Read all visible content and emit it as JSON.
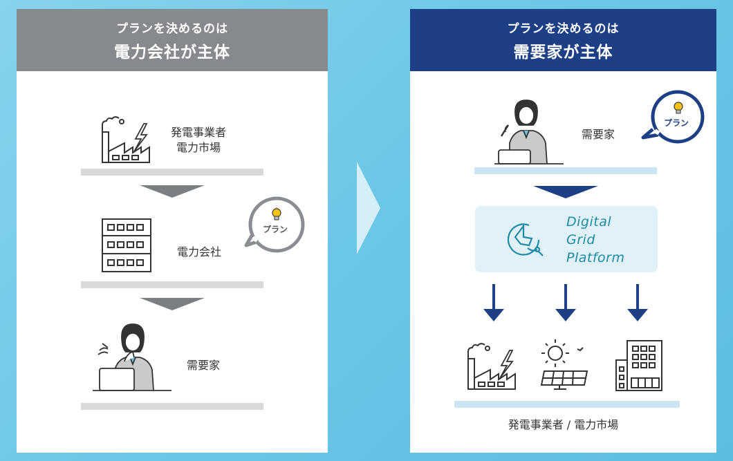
{
  "left": {
    "header_line1": "プランを決めるのは",
    "header_line2": "電力会社が主体",
    "generator_label_1": "発電事業者",
    "generator_label_2": "電力市場",
    "utility_label": "電力会社",
    "consumer_label": "需要家",
    "bubble_text": "プラン"
  },
  "right": {
    "header_line1": "プランを決めるのは",
    "header_line2": "需要家が主体",
    "consumer_label": "需要家",
    "bubble_text": "プラン",
    "platform_line1": "Digital",
    "platform_line2": "Grid",
    "platform_line3": "Platform",
    "bottom_label": "発電事業者 / 電力市場"
  },
  "colors": {
    "left_header": "#868a8f",
    "right_header": "#1d3f86",
    "platform_teal": "#1f8aa6",
    "background": "#6cc6e6"
  },
  "icons": [
    "factory-icon",
    "building-icon",
    "person-laptop-icon",
    "lightbulb-icon",
    "digital-grid-logo-icon",
    "solar-panel-icon",
    "arrow-down-icon"
  ]
}
